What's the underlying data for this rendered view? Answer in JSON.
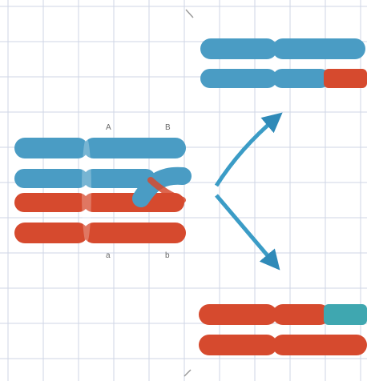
{
  "diagram": {
    "colors": {
      "blue": "#4a9cc4",
      "blue_dark": "#2f7aa4",
      "red": "#d64a2e",
      "red_dark": "#ad3a22",
      "teal_segment": "#3fa7b0",
      "arrow": "#3b9cc6",
      "grid": "#cfd6e6",
      "label": "#6a6a6a"
    },
    "gene_labels": {
      "blue_upper_left": "A",
      "blue_upper_right": "B",
      "red_lower_left": "a",
      "red_lower_right": "b"
    },
    "panels": [
      {
        "id": "before-crossover",
        "strands": [
          "blue",
          "blue",
          "red",
          "red"
        ],
        "shows_chiasma": true
      },
      {
        "id": "product-blue",
        "strands": [
          "blue",
          "blue-with-red-tip"
        ]
      },
      {
        "id": "product-red",
        "strands": [
          "red-with-blue-tip",
          "red"
        ]
      }
    ]
  }
}
